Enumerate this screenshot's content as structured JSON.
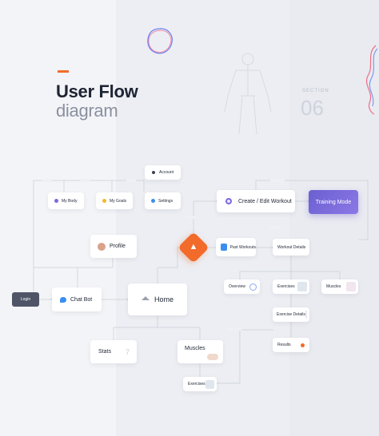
{
  "header": {
    "title": "User Flow",
    "subtitle": "diagram",
    "section_label": "SECTION",
    "section_number": "06"
  },
  "nodes": {
    "login": "Login",
    "chat_bot": "Chat Bot",
    "home": "Home",
    "profile": "Profile",
    "account": "Account",
    "my_body": "My Body",
    "my_goals": "My Goals",
    "settings": "Settings",
    "create_edit_workout": "Create / Edit Workout",
    "training_mode": "Training Mode",
    "past_workouts": "Past Workouts",
    "workout_details": "Workout Details",
    "overview": "Overview",
    "exercises": "Exercises",
    "muscles": "Muscles",
    "exercise_details": "Exercise Details",
    "results": "Results",
    "stats": "Stats",
    "stats_value": "7",
    "muscles_bottom": "Muscles",
    "exercises_bottom": "Exercises"
  },
  "colors": {
    "accent": "#f26b2a",
    "training_mode": "#7a6ae0",
    "login_bg": "#4f5566"
  }
}
